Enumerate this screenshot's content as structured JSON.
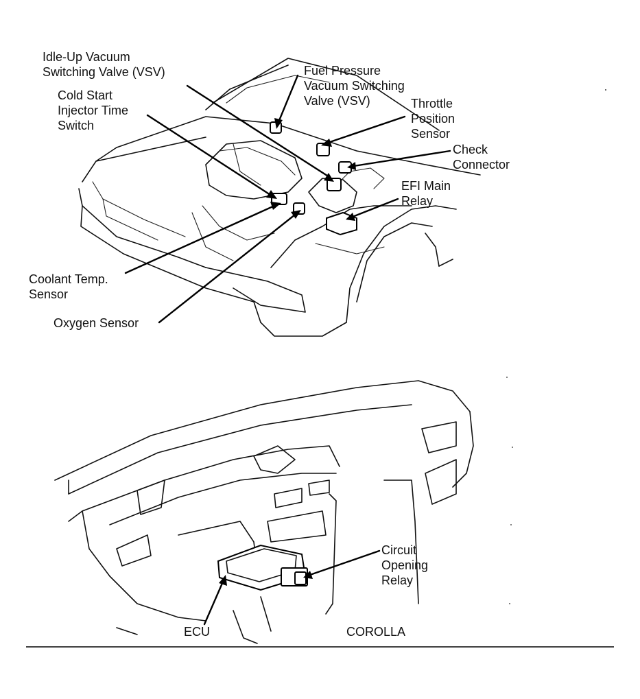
{
  "engine_diagram": {
    "labels": {
      "idle_up_vsv": "Idle-Up Vacuum\nSwitching Valve (VSV)",
      "cold_start": "Cold Start\nInjector Time\nSwitch",
      "fuel_pressure_vsv": "Fuel Pressure\nVacuum Switching\nValve (VSV)",
      "throttle_position": "Throttle\nPosition\nSensor",
      "check_connector": "Check\nConnector",
      "efi_main_relay": "EFI Main\nRelay",
      "coolant_temp": "Coolant Temp.\nSensor",
      "oxygen_sensor": "Oxygen Sensor"
    }
  },
  "dashboard_diagram": {
    "labels": {
      "circuit_opening_relay": "Circuit\nOpening\nRelay",
      "ecu": "ECU",
      "model": "COROLLA"
    }
  }
}
